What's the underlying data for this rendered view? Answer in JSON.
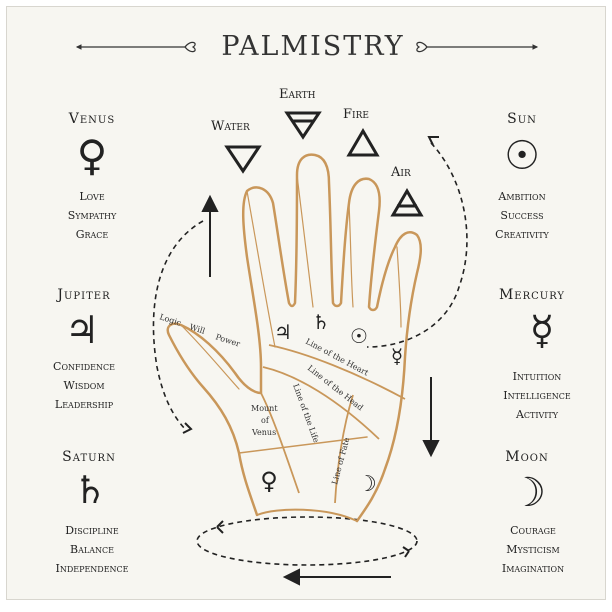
{
  "title": "PALMISTRY",
  "planets": {
    "venus": {
      "name": "Venus",
      "symbol": "♀",
      "traits": [
        "Love",
        "Sympathy",
        "Grace"
      ]
    },
    "jupiter": {
      "name": "Jupiter",
      "symbol": "♃",
      "traits": [
        "Confidence",
        "Wisdom",
        "Leadership"
      ]
    },
    "saturn": {
      "name": "Saturn",
      "symbol": "♄",
      "traits": [
        "Discipline",
        "Balance",
        "Independence"
      ]
    },
    "sun": {
      "name": "Sun",
      "symbol": "☉",
      "traits": [
        "Ambition",
        "Success",
        "Creativity"
      ]
    },
    "mercury": {
      "name": "Mercury",
      "symbol": "☿",
      "traits": [
        "Intuition",
        "Intelligence",
        "Activity"
      ]
    },
    "moon": {
      "name": "Moon",
      "symbol": "☽",
      "traits": [
        "Courage",
        "Mysticism",
        "Imagination"
      ]
    }
  },
  "elements": {
    "water": "Water",
    "earth": "Earth",
    "fire": "Fire",
    "air": "Air"
  },
  "hand": {
    "logic": "Logic",
    "will": "Will",
    "power": "Power",
    "mount_line1": "Mount",
    "mount_line2": "of",
    "mount_line3": "Venus",
    "heart_line": "Line of the Heart",
    "head_line": "Line of the Head",
    "life_line": "Line of the Life",
    "fate_line": "Line of Fate",
    "symbols": {
      "jupiter": "♃",
      "saturn": "♄",
      "sun": "☉",
      "mercury": "☿",
      "venus": "♀",
      "moon": "☽"
    }
  },
  "colors": {
    "hand_outline": "#c9975a",
    "ink": "#222222",
    "background": "#f7f6f1"
  }
}
